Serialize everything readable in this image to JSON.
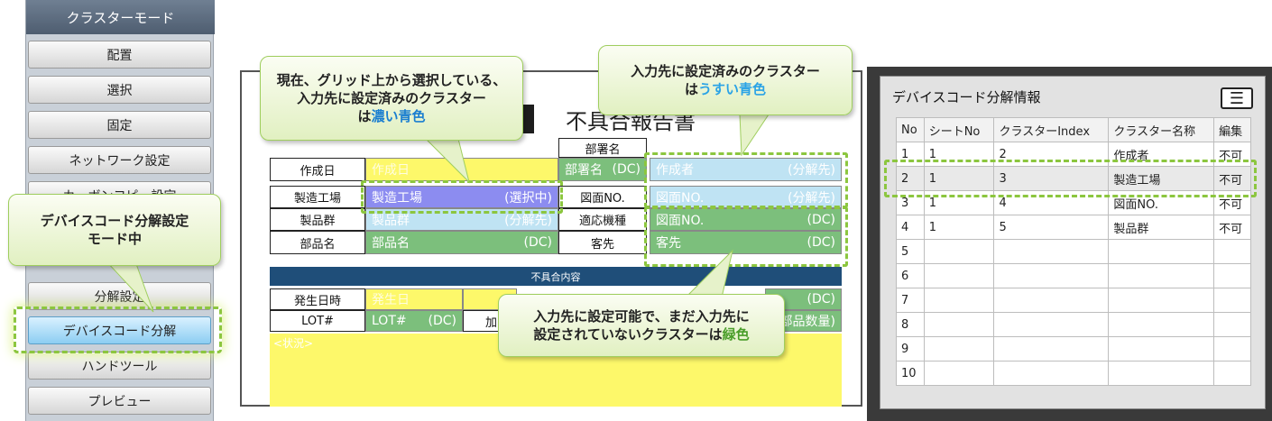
{
  "sidebar": {
    "header": "クラスターモード",
    "items": [
      {
        "label": "配置"
      },
      {
        "label": "選択"
      },
      {
        "label": "固定"
      },
      {
        "label": "ネットワーク設定"
      },
      {
        "label": "カーボンコピー設定"
      },
      {
        "label": "分解設定"
      },
      {
        "label": "デバイスコード分解",
        "active": true
      },
      {
        "label": "ハンドツール"
      },
      {
        "label": "プレビュー"
      }
    ]
  },
  "form": {
    "title": "不具合報告書",
    "labels": {
      "created_date": "作成日",
      "factory": "製造工場",
      "product_group": "製品群",
      "part_name": "部品名",
      "dept_name": "部署名",
      "drawing_no": "図面NO.",
      "model": "適応機種",
      "customer": "客先",
      "defect_content": "不具合内容",
      "occur_datetime": "発生日時",
      "lot": "LOT#",
      "situation": "<状況>"
    },
    "cells": {
      "created_date": "作成日",
      "dept": {
        "text": "部署名",
        "suffix": "(DC)"
      },
      "creator": {
        "text": "作成者",
        "suffix": "(分解先)"
      },
      "factory": {
        "text": "製造工場",
        "suffix": "(選択中)"
      },
      "drawing_no": {
        "text": "図面NO.",
        "suffix": "(分解先)"
      },
      "product_group": {
        "text": "製品群",
        "suffix": "(分解先)"
      },
      "model_drawing": {
        "text": "図面NO.",
        "suffix": "(DC)"
      },
      "part_name": {
        "text": "部品名",
        "suffix": "(DC)"
      },
      "customer": {
        "text": "客先",
        "suffix": "(DC)"
      },
      "occur_date": "発生日",
      "lot": {
        "text": "LOT#",
        "suffix": "(DC)"
      },
      "right_dc": "(DC)",
      "right_qty": "(部品数量)",
      "add_prefix": "加"
    }
  },
  "callouts": {
    "top_left": {
      "line1": "現在、グリッド上から選択している、",
      "line2": "入力先に設定済みのクラスター",
      "line3_prefix": "は",
      "line3_color": "濃い青色"
    },
    "top_right": {
      "line1": "入力先に設定済みのクラスター",
      "line2_prefix": "は",
      "line2_color": "うすい青色"
    },
    "left_mode": {
      "line1": "デバイスコード分解設定",
      "line2": "モード中"
    },
    "bottom": {
      "line1": "入力先に設定可能で、まだ入力先に",
      "line2_prefix": "設定されていないクラスターは",
      "line2_color": "緑色"
    }
  },
  "panel": {
    "title": "デバイスコード分解情報",
    "menu_icon": "menu-icon",
    "columns": [
      "No",
      "シートNo",
      "クラスターIndex",
      "クラスター名称",
      "編集"
    ],
    "rows": [
      {
        "no": "1",
        "sheet": "1",
        "index": "2",
        "name": "作成者",
        "edit": "不可"
      },
      {
        "no": "2",
        "sheet": "1",
        "index": "3",
        "name": "製造工場",
        "edit": "不可"
      },
      {
        "no": "3",
        "sheet": "1",
        "index": "4",
        "name": "図面NO.",
        "edit": "不可"
      },
      {
        "no": "4",
        "sheet": "1",
        "index": "5",
        "name": "製品群",
        "edit": "不可"
      },
      {
        "no": "5",
        "sheet": "",
        "index": "",
        "name": "",
        "edit": ""
      },
      {
        "no": "6",
        "sheet": "",
        "index": "",
        "name": "",
        "edit": ""
      },
      {
        "no": "7",
        "sheet": "",
        "index": "",
        "name": "",
        "edit": ""
      },
      {
        "no": "8",
        "sheet": "",
        "index": "",
        "name": "",
        "edit": ""
      },
      {
        "no": "9",
        "sheet": "",
        "index": "",
        "name": "",
        "edit": ""
      },
      {
        "no": "10",
        "sheet": "",
        "index": "",
        "name": "",
        "edit": ""
      }
    ]
  },
  "colors": {
    "selected_cluster": "#8c8cf0",
    "assigned_cluster": "#bfe3f3",
    "available_cluster": "#7cbf7c",
    "highlight": "#8cc63f"
  }
}
